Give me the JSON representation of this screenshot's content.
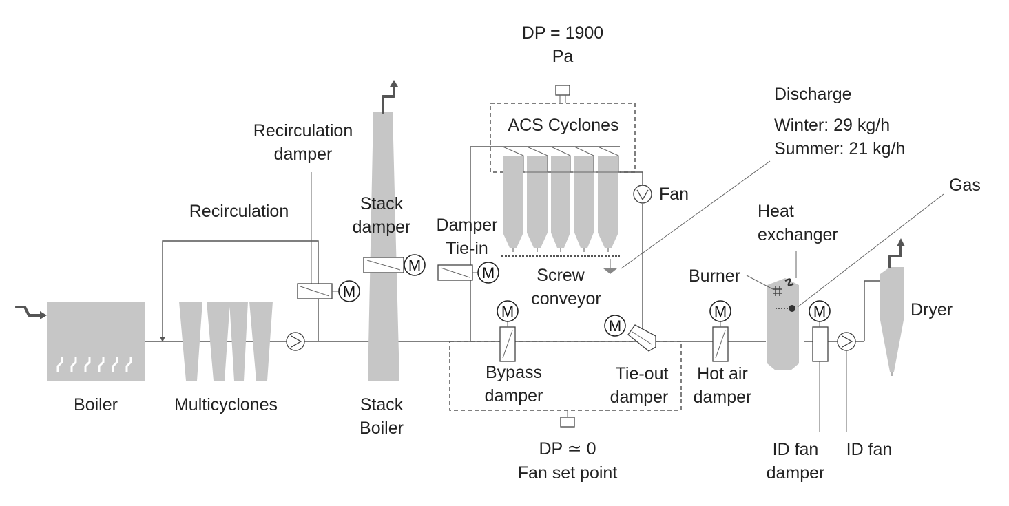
{
  "labels": {
    "dp_top_1": "DP = 1900",
    "dp_top_2": "Pa",
    "acs_cyclones": "ACS Cyclones",
    "discharge": "Discharge",
    "winter": "Winter: 29 kg/h",
    "summer": "Summer: 21 kg/h",
    "recirc_damper_1": "Recirculation",
    "recirc_damper_2": "damper",
    "recirculation": "Recirculation",
    "stack_damper_1": "Stack",
    "stack_damper_2": "damper",
    "damper_tiein_1": "Damper",
    "damper_tiein_2": "Tie-in",
    "fan": "Fan",
    "gas": "Gas",
    "heat_exchanger_1": "Heat",
    "heat_exchanger_2": "exchanger",
    "burner": "Burner",
    "screw_conveyor_1": "Screw",
    "screw_conveyor_2": "conveyor",
    "dryer": "Dryer",
    "boiler": "Boiler",
    "multicyclones": "Multicyclones",
    "stack_boiler_1": "Stack",
    "stack_boiler_2": "Boiler",
    "bypass_damper_1": "Bypass",
    "bypass_damper_2": "damper",
    "tieout_damper_1": "Tie-out",
    "tieout_damper_2": "damper",
    "hot_air_damper_1": "Hot air",
    "hot_air_damper_2": "damper",
    "dp_bottom_1": "DP ≃ 0",
    "dp_bottom_2": "Fan set point",
    "id_fan_damper_1": "ID fan",
    "id_fan_damper_2": "damper",
    "id_fan": "ID fan",
    "motor": "M"
  },
  "colors": {
    "equipment_fill": "#c6c6c6",
    "line": "#555555",
    "text": "#222222"
  },
  "icons": [
    "arrow-inlet-icon",
    "exhaust-arrow-icon",
    "fan-icon",
    "motor-icon",
    "damper-icon",
    "pressure-sensor-icon",
    "flame-icon"
  ]
}
